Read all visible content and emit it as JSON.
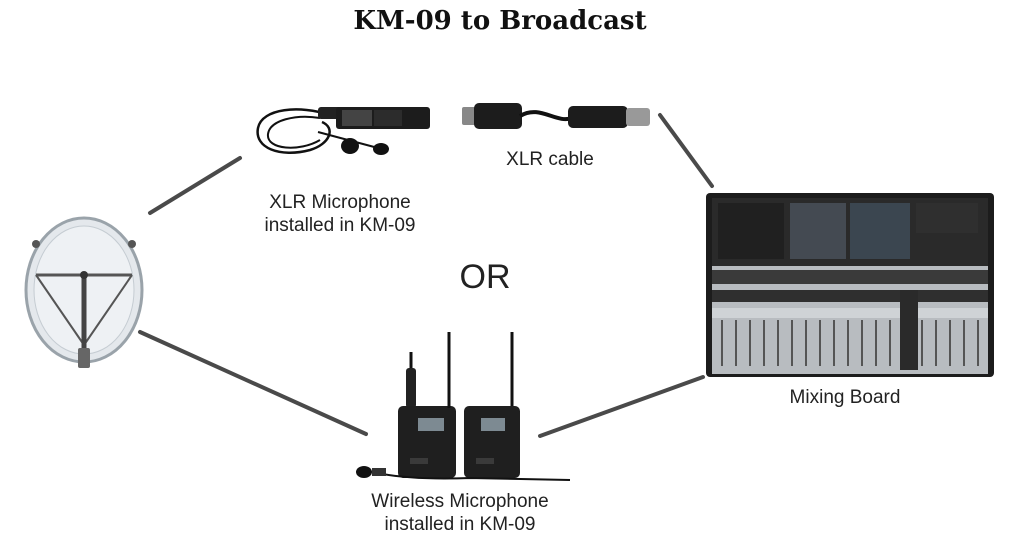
{
  "title": "KM-09 to Broadcast",
  "xlr_mic": {
    "label": "XLR Microphone\ninstalled in KM-09"
  },
  "xlr_cable": {
    "label": "XLR cable"
  },
  "or_text": "OR",
  "wireless_mic": {
    "label": "Wireless Microphone\ninstalled in KM-09"
  },
  "mixing_board": {
    "label": "Mixing Board"
  },
  "colors": {
    "connector": "#4a4a4a",
    "device_dark": "#1c1c1c",
    "dish": "#d8dde2"
  },
  "icons": [
    "parabolic-dish-icon",
    "xlr-microphone-icon",
    "xlr-cable-icon",
    "wireless-transmitter-icon",
    "wireless-receiver-icon",
    "mixing-board-icon"
  ]
}
